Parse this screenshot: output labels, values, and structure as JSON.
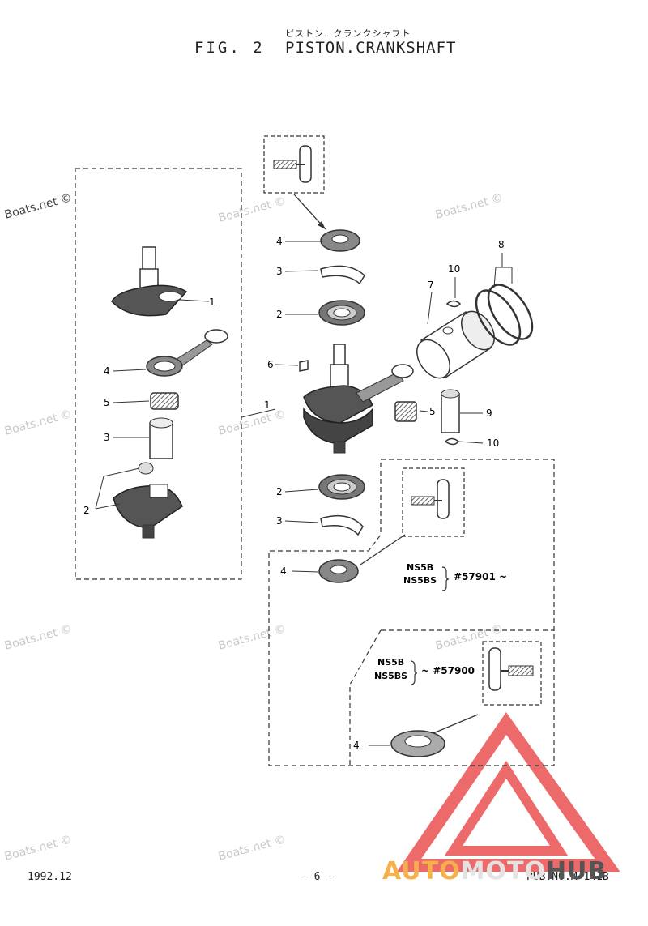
{
  "header": {
    "subtitle_jp": "ピストン．クランクシャフト",
    "fig_label": "FIG.  2",
    "title": "PISTON.CRANKSHAFT"
  },
  "callouts": {
    "left": [
      "1",
      "4",
      "5",
      "3",
      "2"
    ],
    "center": [
      "4",
      "3",
      "2",
      "6",
      "1",
      "5",
      "2",
      "3",
      "4",
      "4"
    ],
    "right": [
      "10",
      "8",
      "7",
      "9",
      "10"
    ]
  },
  "model_notes": {
    "newer": {
      "models": [
        "NS5B",
        "NS5BS"
      ],
      "serial": "#57901 ~"
    },
    "older": {
      "models": [
        "NS5B",
        "NS5BS"
      ],
      "serial": "~ #57900"
    }
  },
  "watermark": "Boats.net ©",
  "footer": {
    "date": "1992.12",
    "page": "- 6 -",
    "pub_no": "PUB.NO.M-141B"
  },
  "logo": {
    "part1": "AUTO",
    "part2": "MOTO",
    "part3": "HUB"
  },
  "colors": {
    "logo_red": "#e8393a",
    "logo_orange": "#f5b04a",
    "ink": "#222222"
  }
}
